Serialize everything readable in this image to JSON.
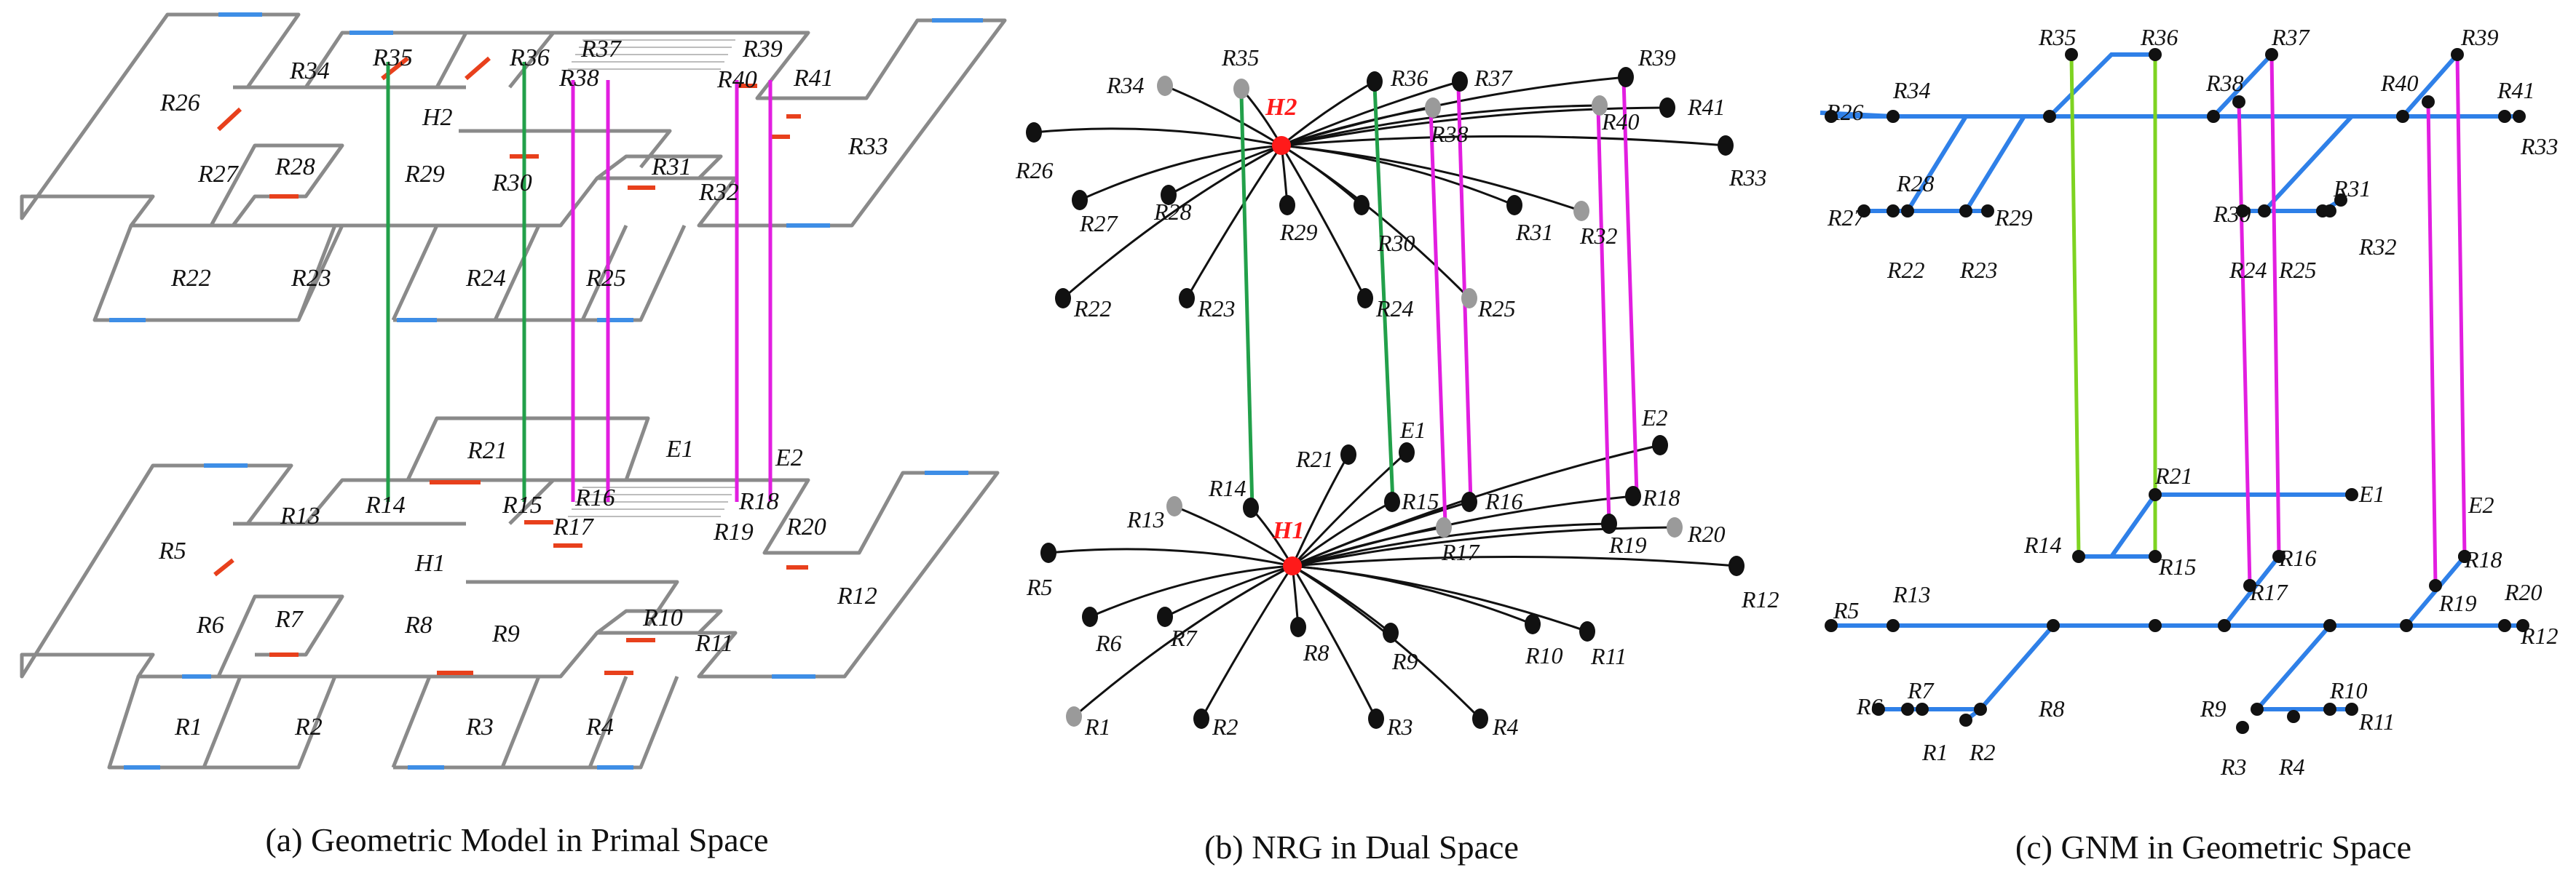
{
  "colors": {
    "wall": "#8a8a8a",
    "door": "#e8401c",
    "window": "#3e8ee6",
    "stairs": "#22a04a",
    "stairs_gnm": "#7ed321",
    "elevator": "#e21ee0",
    "edge": "#111111",
    "hub": "#ff1a1a",
    "gnm_edge": "#2f80e8",
    "node": "#111111"
  },
  "captions": {
    "a": "(a) Geometric Model in Primal Space",
    "b": "(b) NRG in Dual Space",
    "c": "(c) GNM in Geometric Space"
  },
  "panel_a": {
    "labels": [
      "R26",
      "R34",
      "R35",
      "R36",
      "R37",
      "R38",
      "R39",
      "R40",
      "R41",
      "R33",
      "H2",
      "R27",
      "R28",
      "R29",
      "R30",
      "R31",
      "R32",
      "R22",
      "R23",
      "R24",
      "R25",
      "R21",
      "E1",
      "E2",
      "R5",
      "R13",
      "R14",
      "R15",
      "R16",
      "R17",
      "R18",
      "R19",
      "R20",
      "R12",
      "H1",
      "R6",
      "R7",
      "R8",
      "R9",
      "R10",
      "R11",
      "R1",
      "R2",
      "R3",
      "R4"
    ]
  },
  "panel_b": {
    "hubs": [
      "H2",
      "H1"
    ],
    "labels": [
      "R34",
      "R35",
      "R36",
      "R37",
      "R39",
      "R40",
      "R41",
      "R26",
      "R38",
      "R33",
      "R27",
      "R28",
      "R29",
      "R30",
      "R31",
      "R32",
      "R22",
      "R23",
      "R24",
      "R25",
      "R21",
      "E1",
      "E2",
      "R14",
      "R13",
      "R15",
      "R16",
      "R18",
      "R17",
      "R20",
      "R19",
      "R5",
      "R12",
      "R6",
      "R7",
      "R8",
      "R9",
      "R10",
      "R11",
      "R1",
      "R2",
      "R3",
      "R4"
    ]
  },
  "panel_c": {
    "labels": [
      "R35",
      "R36",
      "R37",
      "R39",
      "R34",
      "R38",
      "R40",
      "R41",
      "R26",
      "R33",
      "R28",
      "R31",
      "R27",
      "R29",
      "R30",
      "R22",
      "R23",
      "R24",
      "R25",
      "R32",
      "R21",
      "E1",
      "E2",
      "R14",
      "R15",
      "R16",
      "R18",
      "R17",
      "R19",
      "R20",
      "R13",
      "R5",
      "R12",
      "R6",
      "R7",
      "R8",
      "R10",
      "R9",
      "R11",
      "R1",
      "R2",
      "R3",
      "R4"
    ]
  }
}
